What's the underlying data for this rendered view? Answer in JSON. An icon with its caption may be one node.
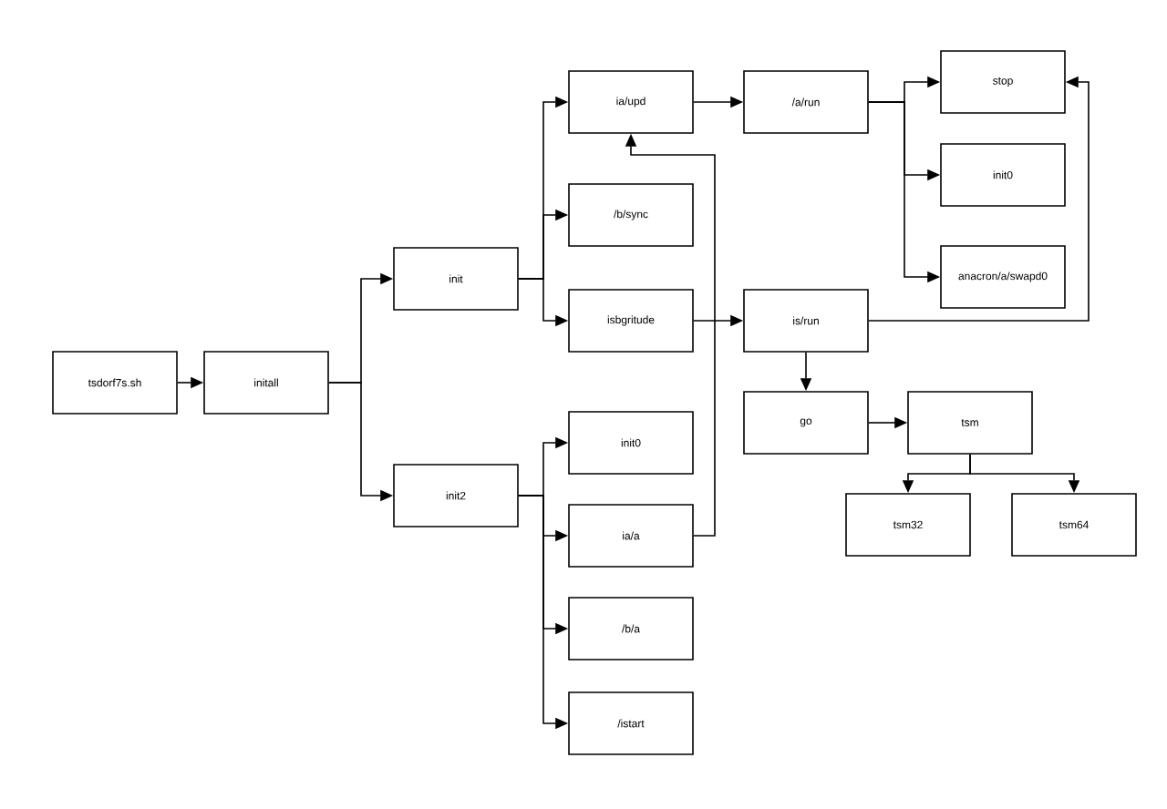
{
  "diagram": {
    "nodes": [
      {
        "text": [
          "tsdorf7s.sh"
        ]
      },
      {
        "text": [
          "initall"
        ]
      },
      {
        "text": [
          "init"
        ]
      },
      {
        "text": [
          "ia/upd"
        ]
      },
      {
        "text": [
          "/b/sync"
        ]
      },
      {
        "text": [
          "isbgritude"
        ]
      },
      {
        "text": [
          "init2"
        ]
      },
      {
        "text": [
          "init0"
        ]
      },
      {
        "text": [
          "ia/a"
        ]
      },
      {
        "text": [
          "/b/a"
        ]
      },
      {
        "text": [
          "/istart"
        ]
      },
      {
        "text": [
          "/a/run"
        ]
      },
      {
        "text": [
          "is/run"
        ]
      },
      {
        "text": [
          "stop"
        ]
      },
      {
        "text": [
          "init0"
        ]
      },
      {
        "text": [
          "anacron/a/swapd0"
        ]
      },
      {
        "text": [
          "go"
        ]
      },
      {
        "text": [
          "tsm"
        ]
      },
      {
        "text": [
          "tsm32"
        ]
      },
      {
        "text": [
          "tsm64"
        ]
      }
    ],
    "edges": [
      {
        "from": 0,
        "to": 1,
        "arrow": "to"
      },
      {
        "from": 1,
        "to": 2,
        "arrow": "to"
      },
      {
        "from": 1,
        "to": 6,
        "arrow": "to"
      },
      {
        "from": 2,
        "to": 3,
        "arrow": "to"
      },
      {
        "from": 2,
        "to": 4,
        "arrow": "to"
      },
      {
        "from": 2,
        "to": 5,
        "arrow": "to"
      },
      {
        "from": 6,
        "to": 7,
        "arrow": "to"
      },
      {
        "from": 6,
        "to": 8,
        "arrow": "to"
      },
      {
        "from": 6,
        "to": 9,
        "arrow": "to"
      },
      {
        "from": 6,
        "to": 10,
        "arrow": "to"
      },
      {
        "from": 3,
        "to": 11,
        "arrow": "to"
      },
      {
        "from": 11,
        "to": 13,
        "arrow": "to"
      },
      {
        "from": 11,
        "to": 14,
        "arrow": "to"
      },
      {
        "from": 11,
        "to": 15,
        "arrow": "to"
      },
      {
        "from": 5,
        "to": 12,
        "arrow": "to"
      },
      {
        "from": 12,
        "to": 13,
        "arrow": "to"
      },
      {
        "from": 8,
        "to": 3,
        "arrow": "to"
      },
      {
        "from": 12,
        "to": 16,
        "arrow": "to"
      },
      {
        "from": 16,
        "to": 17,
        "arrow": "to"
      },
      {
        "from": 17,
        "to": 18,
        "arrow": "to"
      },
      {
        "from": 17,
        "to": 19,
        "arrow": "to"
      }
    ]
  }
}
